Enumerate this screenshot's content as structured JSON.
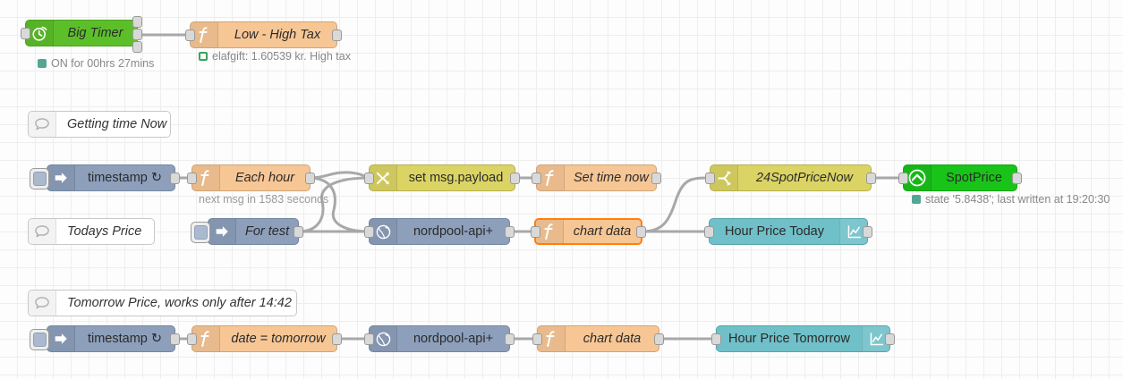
{
  "app": {
    "name": "node-red-flow-editor",
    "canvas_background": "#fdfdfd",
    "grid_color": "#eeeeee"
  },
  "palette": {
    "green_bright": "#5cbf2a",
    "orange_light": "#f3b567",
    "peach": "#f7c695",
    "blue_grey": "#8d9fbb",
    "olive": "#dbd464",
    "teal": "#6fc0c8",
    "ha_green": "#19c419",
    "selected_outline": "#ff7f0e",
    "wire": "#a8a8a8"
  },
  "nodes": [
    {
      "id": "big-timer",
      "label": "Big Timer",
      "icon": "clock-icon",
      "color": "#5cbf2a",
      "italic": true
    },
    {
      "id": "low-high-tax",
      "label": "Low - High Tax",
      "icon": "function-f-icon",
      "color": "#f7c695",
      "italic": true
    },
    {
      "id": "timestamp-1",
      "label": "timestamp ↻",
      "icon": "inject-arrow-icon",
      "color": "#8d9fbb",
      "italic": false
    },
    {
      "id": "each-hour",
      "label": "Each hour",
      "icon": "function-f-icon",
      "color": "#f7c695",
      "italic": true
    },
    {
      "id": "set-msg-payload",
      "label": "set msg.payload",
      "icon": "change-icon",
      "color": "#dbd464",
      "italic": false
    },
    {
      "id": "set-time-now",
      "label": "Set time now",
      "icon": "function-f-icon",
      "color": "#f7c695",
      "italic": true
    },
    {
      "id": "spot-price-now",
      "label": "24SpotPriceNow",
      "icon": "switch-icon",
      "color": "#dbd464",
      "italic": true
    },
    {
      "id": "spotprice",
      "label": "SpotPrice",
      "icon": "home-assistant-icon",
      "color": "#19c419",
      "italic": false
    },
    {
      "id": "for-test",
      "label": "For test",
      "icon": "inject-arrow-icon",
      "color": "#8d9fbb",
      "italic": true
    },
    {
      "id": "nordpool-api-1",
      "label": "nordpool-api+",
      "icon": "globe-icon",
      "color": "#8d9fbb",
      "italic": false
    },
    {
      "id": "chart-data-1",
      "label": "chart data",
      "icon": "function-f-icon",
      "color": "#f7c695",
      "italic": true,
      "selected": true
    },
    {
      "id": "hour-price-today",
      "label": "Hour Price Today",
      "icon": "chart-icon",
      "color": "#6fc0c8",
      "italic": false
    },
    {
      "id": "timestamp-2",
      "label": "timestamp ↻",
      "icon": "inject-arrow-icon",
      "color": "#8d9fbb",
      "italic": false
    },
    {
      "id": "date-tomorrow",
      "label": "date = tomorrow",
      "icon": "function-f-icon",
      "color": "#f7c695",
      "italic": true
    },
    {
      "id": "nordpool-api-2",
      "label": "nordpool-api+",
      "icon": "globe-icon",
      "color": "#8d9fbb",
      "italic": false
    },
    {
      "id": "chart-data-2",
      "label": "chart data",
      "icon": "function-f-icon",
      "color": "#f7c695",
      "italic": true
    },
    {
      "id": "hour-price-tomorrow",
      "label": "Hour Price Tomorrow",
      "icon": "chart-icon",
      "color": "#6fc0c8",
      "italic": false
    }
  ],
  "comments": [
    {
      "id": "comment-getting-time-now",
      "label": "Getting time Now"
    },
    {
      "id": "comment-todays-price",
      "label": "Todays Price"
    },
    {
      "id": "comment-tomorrow-price",
      "label": "Tomorrow Price, works only after 14:42"
    }
  ],
  "statuses": {
    "big_timer": {
      "text": "ON for 00hrs 27mins",
      "dot": "filled",
      "dot_color": "#53a694"
    },
    "low_high_tax": {
      "text": "elafgift: 1.60539 kr. High tax",
      "dot": "ring",
      "dot_color": "#3aa35c"
    },
    "spotprice": {
      "text": "state '5.8438'; last written at 19:20:30",
      "dot": "filled",
      "dot_color": "#53a694"
    }
  },
  "captions": {
    "each_hour": "next msg in 1583 seconds"
  }
}
